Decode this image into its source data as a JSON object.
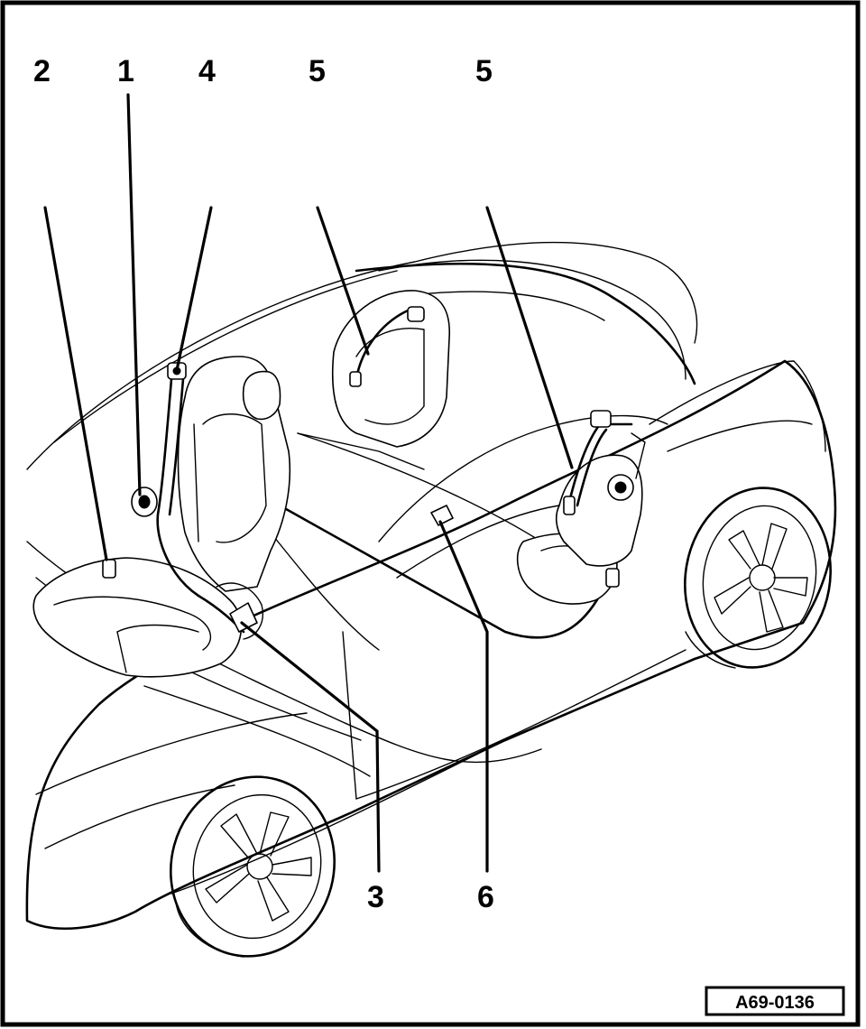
{
  "figure": {
    "reference_code": "A69-0136",
    "colors": {
      "line": "#000000",
      "background": "#ffffff"
    }
  },
  "callouts": [
    {
      "id": "callout-2",
      "label": "2"
    },
    {
      "id": "callout-1",
      "label": "1"
    },
    {
      "id": "callout-4",
      "label": "4"
    },
    {
      "id": "callout-5-left",
      "label": "5"
    },
    {
      "id": "callout-5-right",
      "label": "5"
    },
    {
      "id": "callout-3",
      "label": "3"
    },
    {
      "id": "callout-6",
      "label": "6"
    }
  ]
}
